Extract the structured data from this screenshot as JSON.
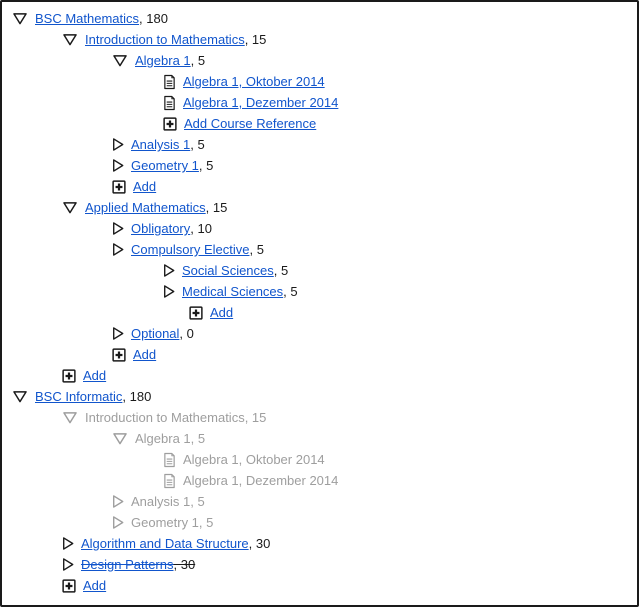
{
  "colors": {
    "link": "#1155CC",
    "muted": "#9E9E9E",
    "icon": "#1A1A1A",
    "text": "#1A1A1A",
    "border": "#1A1A1A",
    "background": "#FFFFFF"
  },
  "icons": {
    "expanded": "expand-arrow-icon",
    "collapsed": "collapse-arrow-icon",
    "document": "document-icon",
    "add": "add-icon"
  },
  "tree": {
    "rows": [
      {
        "level": 0,
        "icon": "expanded",
        "label": "BSC Mathematics",
        "count": ", 180",
        "variant": "link"
      },
      {
        "level": 1,
        "icon": "expanded",
        "label": "Introduction to Mathematics",
        "count": ", 15",
        "variant": "link"
      },
      {
        "level": 2,
        "icon": "expanded",
        "label": "Algebra 1",
        "count": ", 5",
        "variant": "link"
      },
      {
        "level": 3,
        "icon": "document",
        "label": "Algebra 1, Oktober 2014",
        "count": "",
        "variant": "link"
      },
      {
        "level": 3,
        "icon": "document",
        "label": "Algebra 1, Dezember 2014",
        "count": "",
        "variant": "link"
      },
      {
        "level": 3,
        "icon": "add",
        "label": "Add Course Reference",
        "count": "",
        "variant": "link"
      },
      {
        "level": 2,
        "icon": "collapsed",
        "label": "Analysis 1",
        "count": ", 5",
        "variant": "link"
      },
      {
        "level": 2,
        "icon": "collapsed",
        "label": "Geometry 1",
        "count": ", 5",
        "variant": "link"
      },
      {
        "level": 2,
        "icon": "add",
        "label": "Add",
        "count": "",
        "variant": "link"
      },
      {
        "level": 1,
        "icon": "expanded",
        "label": "Applied Mathematics",
        "count": ", 15",
        "variant": "link"
      },
      {
        "level": 2,
        "icon": "collapsed",
        "label": "Obligatory",
        "count": ", 10",
        "variant": "link"
      },
      {
        "level": 2,
        "icon": "collapsed",
        "label": "Compulsory Elective",
        "count": ", 5",
        "variant": "link"
      },
      {
        "level": 3,
        "icon": "collapsed",
        "label": "Social Sciences",
        "count": ", 5",
        "variant": "link"
      },
      {
        "level": 3,
        "icon": "collapsed",
        "label": "Medical Sciences",
        "count": ", 5",
        "variant": "link"
      },
      {
        "level": 4,
        "icon": "add",
        "label": "Add",
        "count": "",
        "variant": "link"
      },
      {
        "level": 2,
        "icon": "collapsed",
        "label": "Optional",
        "count": ", 0",
        "variant": "link"
      },
      {
        "level": 2,
        "icon": "add",
        "label": "Add",
        "count": "",
        "variant": "link"
      },
      {
        "level": 1,
        "icon": "add",
        "label": "Add",
        "count": "",
        "variant": "link"
      },
      {
        "level": 0,
        "icon": "expanded",
        "label": "BSC Informatic",
        "count": ", 180",
        "variant": "link"
      },
      {
        "level": 1,
        "icon": "expanded",
        "label": "Introduction to Mathematics",
        "count": ", 15",
        "variant": "muted"
      },
      {
        "level": 2,
        "icon": "expanded",
        "label": "Algebra 1",
        "count": ", 5",
        "variant": "muted"
      },
      {
        "level": 3,
        "icon": "document",
        "label": "Algebra 1, Oktober 2014",
        "count": "",
        "variant": "muted"
      },
      {
        "level": 3,
        "icon": "document",
        "label": "Algebra 1, Dezember 2014",
        "count": "",
        "variant": "muted"
      },
      {
        "level": 2,
        "icon": "collapsed",
        "label": "Analysis 1",
        "count": ", 5",
        "variant": "muted"
      },
      {
        "level": 2,
        "icon": "collapsed",
        "label": "Geometry 1",
        "count": ", 5",
        "variant": "muted"
      },
      {
        "level": 1,
        "icon": "collapsed",
        "label": "Algorithm and Data Structure",
        "count": ", 30",
        "variant": "link"
      },
      {
        "level": 1,
        "icon": "collapsed",
        "label": "Design Patterns",
        "count": ", 30",
        "variant": "deleted"
      },
      {
        "level": 1,
        "icon": "add",
        "label": "Add",
        "count": "",
        "variant": "link"
      }
    ]
  }
}
